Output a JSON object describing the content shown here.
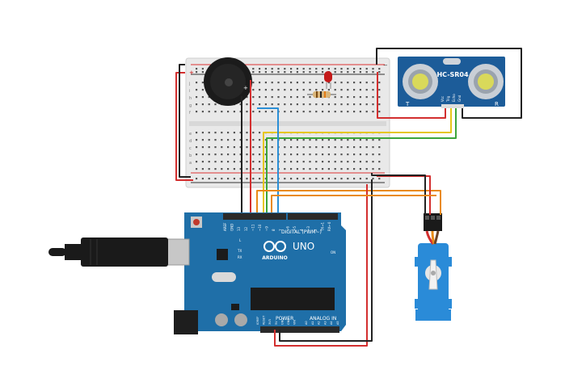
{
  "sensor": {
    "model": "HC-SR04",
    "pins": [
      "Vcc",
      "Trig",
      "Echo",
      "Gnd"
    ],
    "left_mark": "T",
    "right_mark": "R"
  },
  "arduino": {
    "model": "UNO",
    "brand": "ARDUINO",
    "digital_label": "DIGITAL (PWM~)",
    "power_label": "POWER",
    "analog_label": "ANALOG IN",
    "on_label": "ON",
    "led_labels": [
      "L",
      "TX",
      "RX"
    ],
    "top_pins": [
      "AREF",
      "GND",
      "13",
      "12",
      "~11",
      "~10",
      "~9",
      "8",
      "7",
      "~6",
      "~5",
      "4",
      "~3",
      "2",
      "TX→1",
      "RX←0"
    ],
    "power_pins": [
      "IOREF",
      "RESET",
      "3V3",
      "5V",
      "GND",
      "GND",
      "VIN"
    ],
    "analog_pins": [
      "A0",
      "A1",
      "A2",
      "A3",
      "A4",
      "A5"
    ]
  },
  "breadboard": {
    "row_letters_top": [
      "j",
      "i",
      "h",
      "g",
      "f"
    ],
    "row_letters_bottom": [
      "e",
      "d",
      "c",
      "b",
      "a"
    ],
    "rail_plus": "+",
    "rail_minus": "−"
  },
  "colors": {
    "board": "#1f6fa8",
    "wire_red": "#d32f2f",
    "wire_black": "#222222",
    "wire_yellow": "#e6c619",
    "wire_green": "#3ca53c",
    "wire_blue": "#2b8fd6",
    "wire_orange": "#e98a16",
    "servo": "#2a8bd8",
    "sensor": "#1c5c99"
  }
}
